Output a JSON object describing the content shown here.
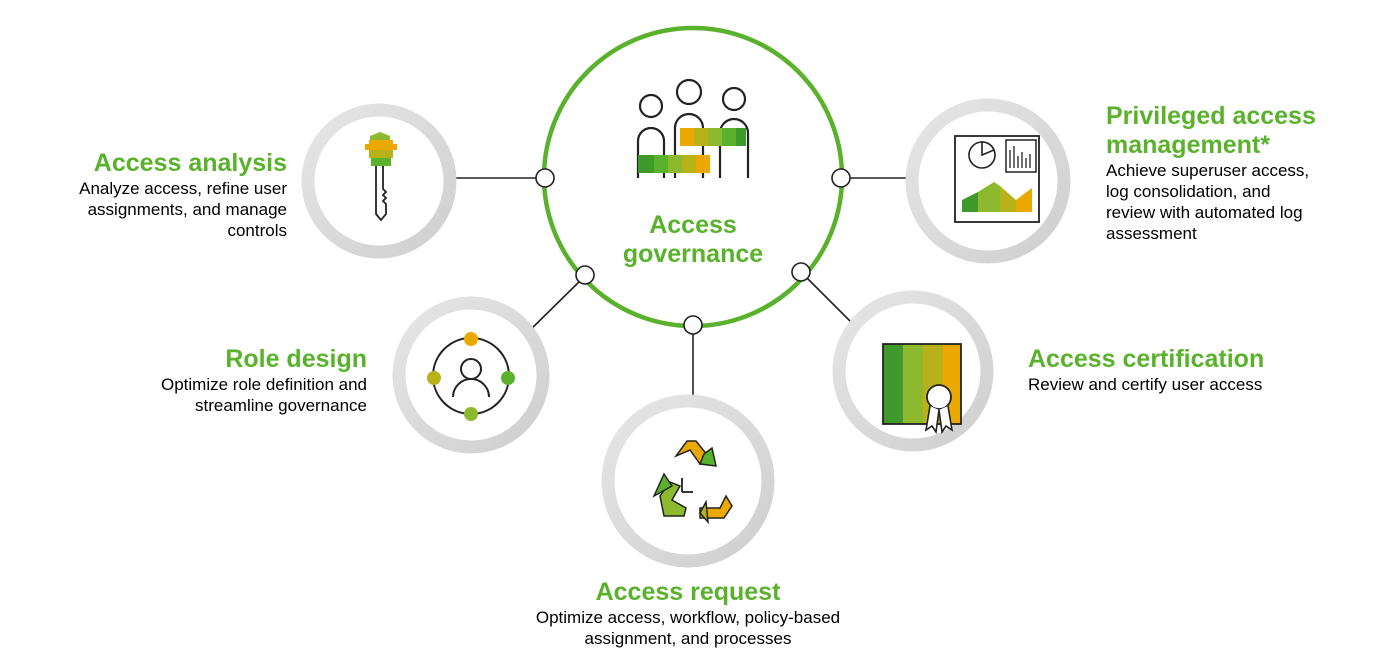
{
  "center": {
    "title_line1": "Access",
    "title_line2": "governance"
  },
  "nodes": {
    "access_analysis": {
      "title": "Access analysis",
      "desc": [
        "Analyze access, refine user",
        "assignments, and manage",
        "controls"
      ]
    },
    "role_design": {
      "title": "Role design",
      "desc": [
        "Optimize role definition and",
        "streamline governance"
      ]
    },
    "access_request": {
      "title": "Access request",
      "desc": [
        "Optimize access, workflow, policy-based",
        "assignment, and processes"
      ]
    },
    "access_certification": {
      "title": "Access certification",
      "desc": [
        "Review and certify user access"
      ]
    },
    "privileged_access": {
      "title_line1": "Privileged access",
      "title_line2": "management*",
      "desc": [
        "Achieve superuser access,",
        "log consolidation, and",
        "review with automated log",
        "assessment"
      ]
    }
  },
  "colors": {
    "green": "#5ab22c",
    "light_green": "#8db92e",
    "olive": "#b8b21a",
    "orange": "#eba900",
    "ring_gray": "#d9d9d9"
  }
}
